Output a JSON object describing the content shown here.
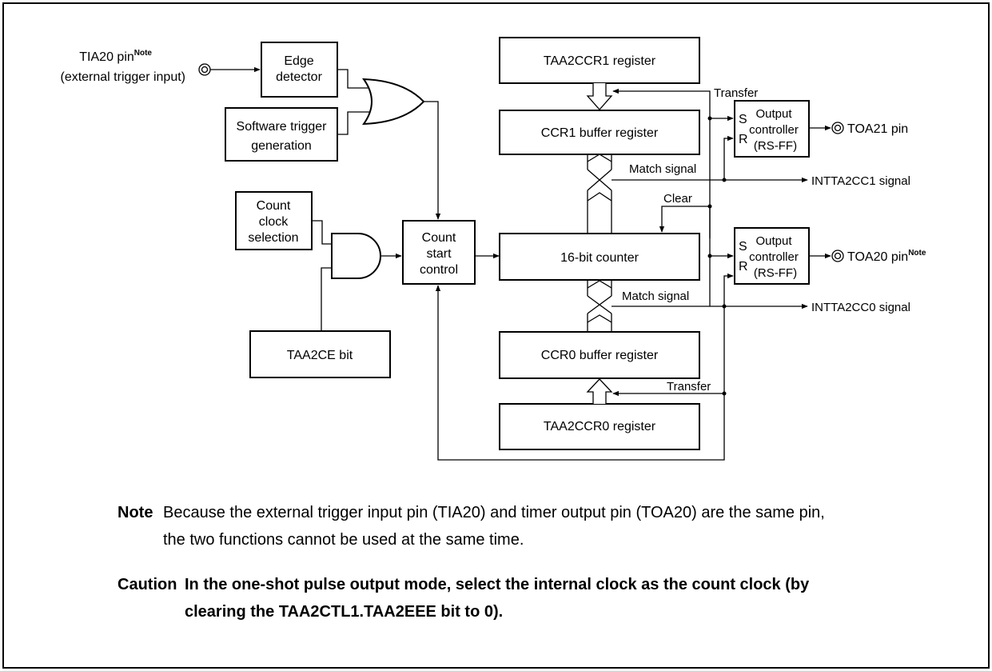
{
  "diagram": {
    "inputs": {
      "tia20_pin": "TIA20 pin",
      "tia20_note": "Note",
      "external_trigger": "(external trigger input)"
    },
    "blocks": {
      "edge_detector_line1": "Edge",
      "edge_detector_line2": "detector",
      "software_trigger_line1": "Software trigger",
      "software_trigger_line2": "generation",
      "count_clock_line1": "Count",
      "count_clock_line2": "clock",
      "count_clock_line3": "selection",
      "taa2ce_bit": "TAA2CE bit",
      "count_start_line1": "Count",
      "count_start_line2": "start",
      "count_start_line3": "control",
      "taa2ccr1_register": "TAA2CCR1 register",
      "ccr1_buffer_register": "CCR1 buffer register",
      "counter_16bit": "16-bit counter",
      "ccr0_buffer_register": "CCR0 buffer register",
      "taa2ccr0_register": "TAA2CCR0 register"
    },
    "output_controllers": {
      "s": "S",
      "r": "R",
      "line1": "Output",
      "line2": "controller",
      "line3": "(RS-FF)"
    },
    "signals": {
      "transfer_top": "Transfer",
      "transfer_bottom": "Transfer",
      "match_signal_top": "Match signal",
      "match_signal_bottom": "Match signal",
      "clear": "Clear",
      "intta2cc1": "INTTA2CC1 signal",
      "intta2cc0": "INTTA2CC0 signal"
    },
    "outputs": {
      "toa21_pin": "TOA21 pin",
      "toa20_pin": "TOA20 pin",
      "toa20_note": "Note"
    }
  },
  "notes": {
    "note_label": "Note",
    "note_line1": "Because the external trigger input pin (TIA20) and timer output pin (TOA20) are the same pin,",
    "note_line2": "the two functions cannot be used at the same time.",
    "caution_label": "Caution",
    "caution_line1": "In the one-shot pulse output mode, select the internal clock as the count clock (by",
    "caution_line2": "clearing the TAA2CTL1.TAA2EEE bit to 0)."
  }
}
